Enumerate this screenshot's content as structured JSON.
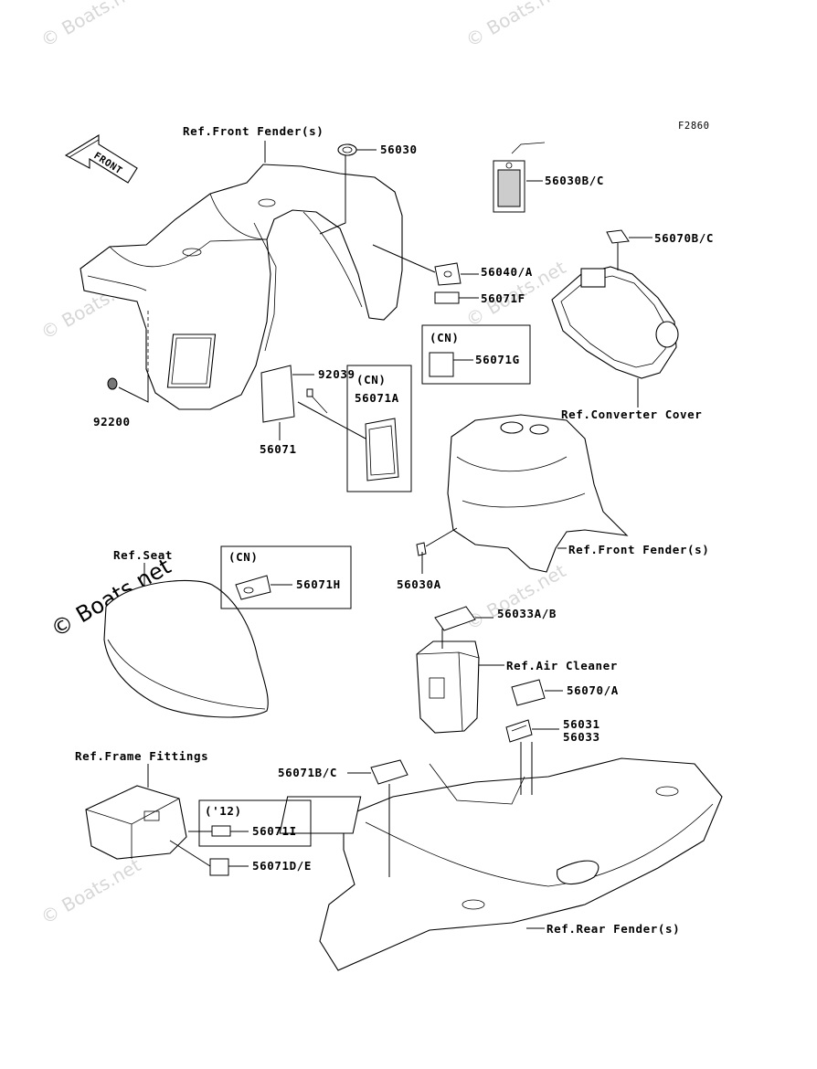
{
  "figure_id": "F2860",
  "watermark": {
    "small": "© Boats.net",
    "large": "© Boats.net"
  },
  "front_arrow": "FRONT",
  "labels": {
    "ref_front_fender_top": "Ref.Front Fender(s)",
    "p56030": "56030",
    "p56030bc": "56030B/C",
    "p56070bc": "56070B/C",
    "p56040a": "56040/A",
    "p56071f": "56071F",
    "cn_56071g": "(CN)",
    "p56071g": "56071G",
    "ref_converter_cover": "Ref.Converter Cover",
    "p92039": "92039",
    "cn_56071a": "(CN)",
    "p56071a": "56071A",
    "p92200": "92200",
    "p56071": "56071",
    "ref_seat": "Ref.Seat",
    "cn_56071h": "(CN)",
    "p56071h": "56071H",
    "ref_front_fender_mid": "Ref.Front Fender(s)",
    "p56030a": "56030A",
    "p56033ab": "56033A/B",
    "ref_air_cleaner": "Ref.Air Cleaner",
    "p56070a": "56070/A",
    "p56031": "56031",
    "p56033": "56033",
    "ref_frame_fittings": "Ref.Frame Fittings",
    "p56071bc": "56071B/C",
    "yr12": "('12)",
    "p56071i": "56071I",
    "p56071de": "56071D/E",
    "ref_rear_fender": "Ref.Rear Fender(s)"
  }
}
